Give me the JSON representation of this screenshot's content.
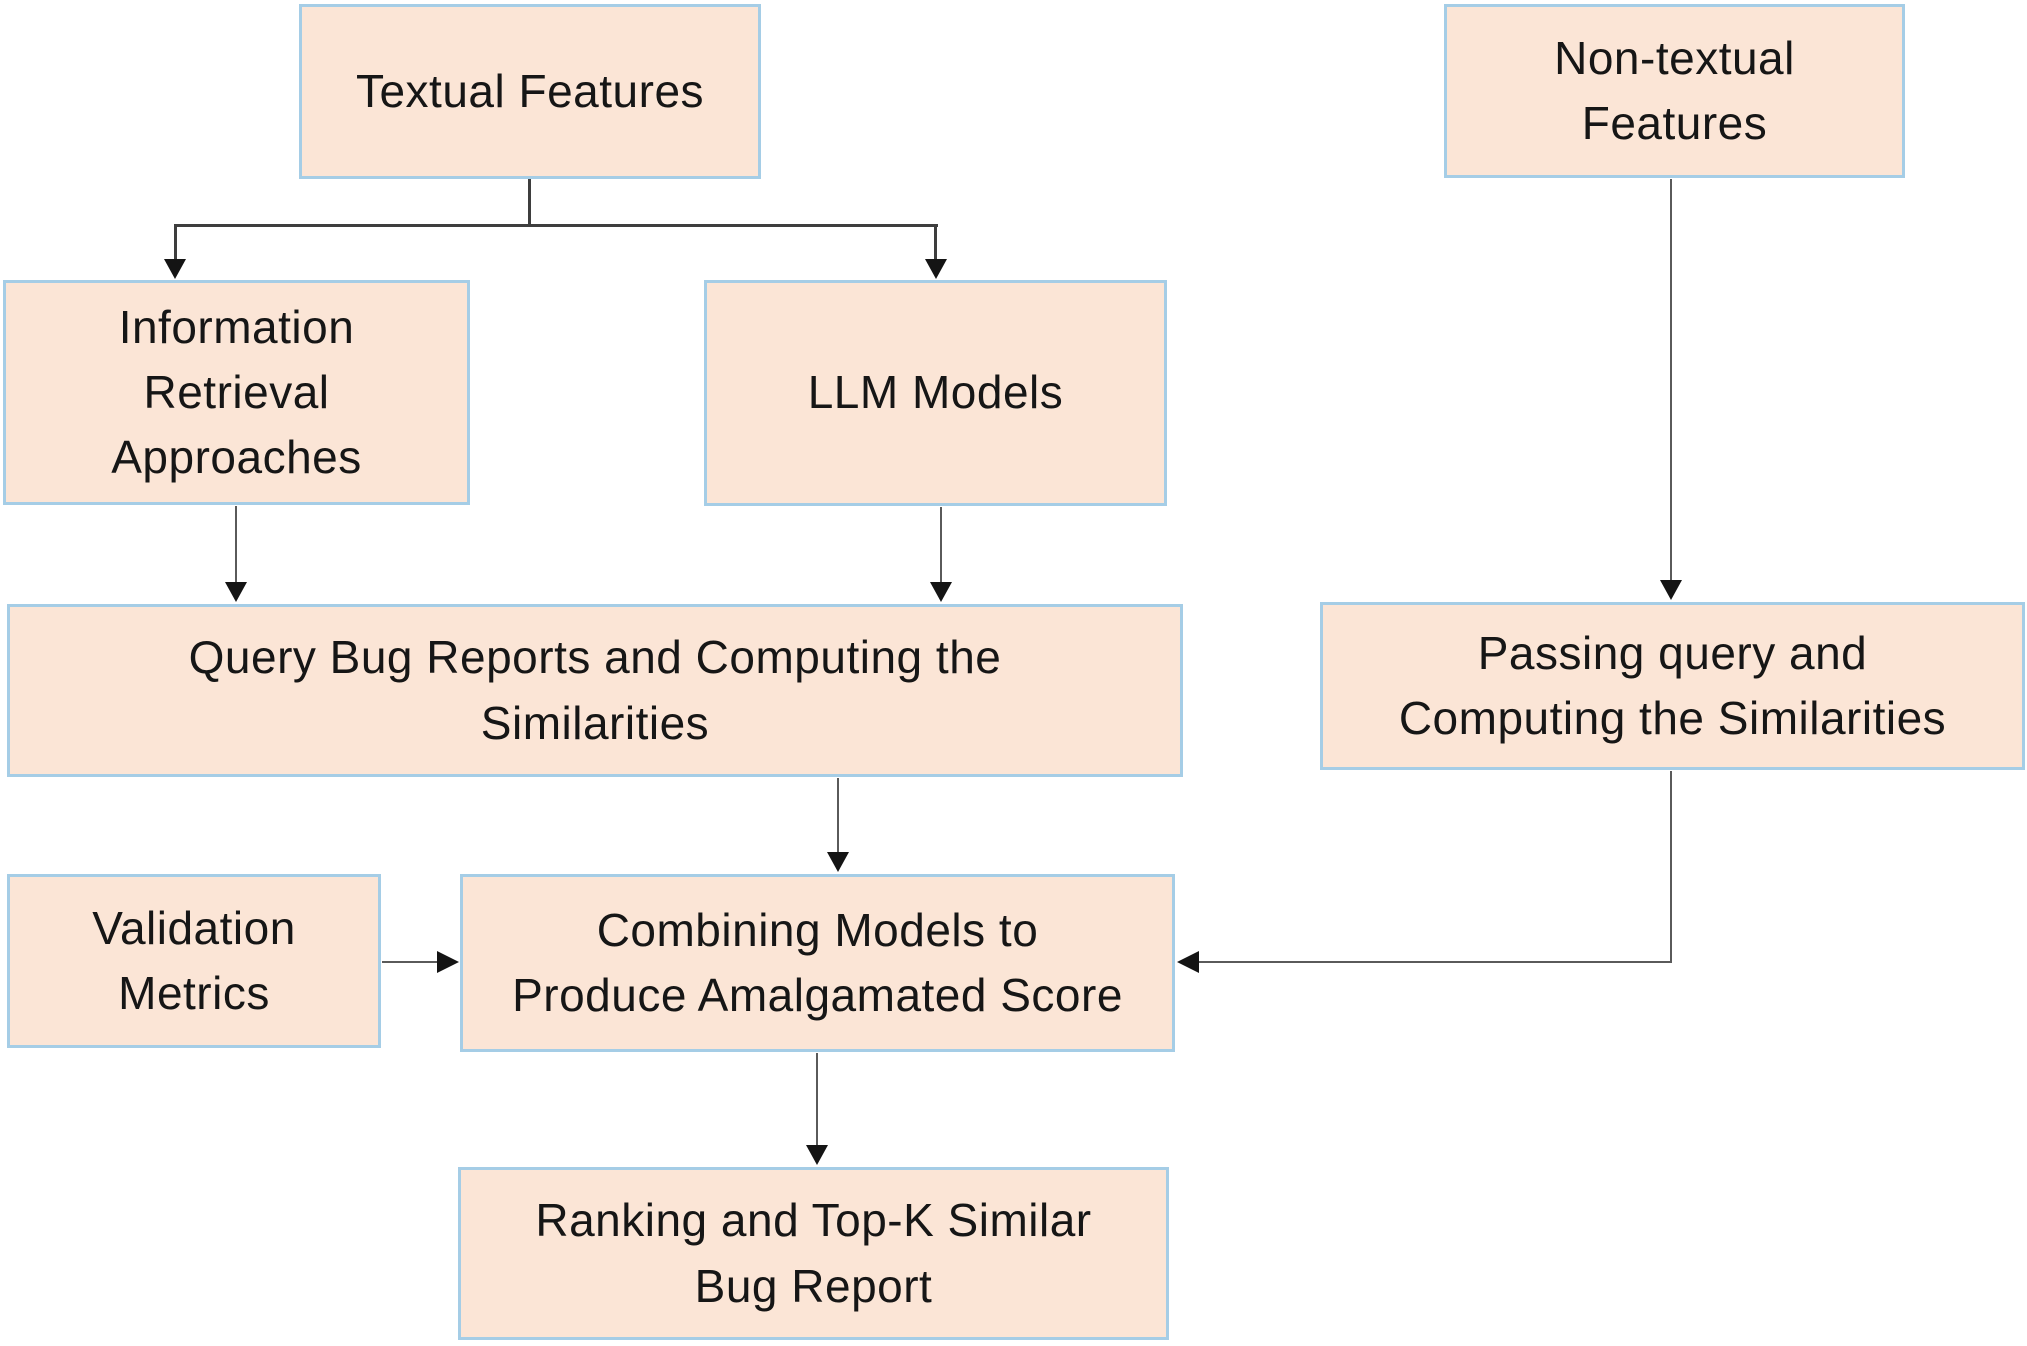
{
  "diagram": {
    "title": "Bug report similarity pipeline flowchart",
    "colors": {
      "node_fill": "#FBE5D6",
      "node_border": "#A5CDE6",
      "connector_dark": "#3E3E3E",
      "connector": "#5A5A5A",
      "arrowhead": "#141414",
      "background": "#FFFFFF",
      "text": "#161616"
    },
    "nodes": {
      "textual_features": {
        "lines": [
          "Textual Features"
        ]
      },
      "non_textual_features": {
        "lines": [
          "Non-textual",
          "Features"
        ]
      },
      "information_retrieval": {
        "lines": [
          "Information",
          "Retrieval",
          "Approaches"
        ]
      },
      "llm_models": {
        "lines": [
          "LLM Models"
        ]
      },
      "query_bug_reports": {
        "lines": [
          "Query Bug Reports and Computing the",
          "Similarities"
        ]
      },
      "passing_query": {
        "lines": [
          "Passing query and",
          "Computing the Similarities"
        ]
      },
      "validation_metrics": {
        "lines": [
          "Validation",
          "Metrics"
        ]
      },
      "combining_models": {
        "lines": [
          "Combining Models to",
          "Produce Amalgamated Score"
        ]
      },
      "ranking_topk": {
        "lines": [
          "Ranking and Top-K Similar",
          "Bug Report"
        ]
      }
    },
    "edges": [
      {
        "from": "textual_features",
        "to": "information_retrieval"
      },
      {
        "from": "textual_features",
        "to": "llm_models"
      },
      {
        "from": "information_retrieval",
        "to": "query_bug_reports"
      },
      {
        "from": "llm_models",
        "to": "query_bug_reports"
      },
      {
        "from": "non_textual_features",
        "to": "passing_query"
      },
      {
        "from": "query_bug_reports",
        "to": "combining_models"
      },
      {
        "from": "validation_metrics",
        "to": "combining_models"
      },
      {
        "from": "passing_query",
        "to": "combining_models"
      },
      {
        "from": "combining_models",
        "to": "ranking_topk"
      }
    ]
  }
}
